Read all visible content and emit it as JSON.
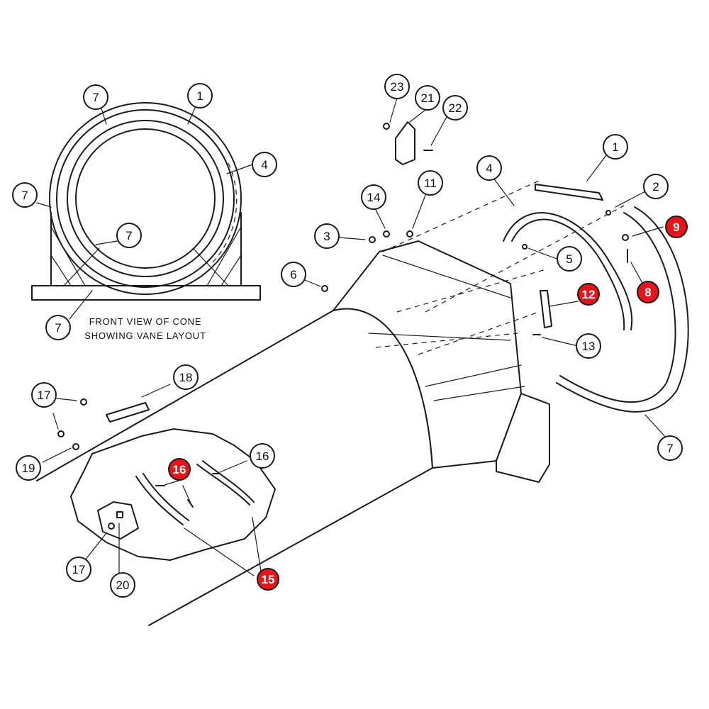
{
  "colors": {
    "line": "#1a1a1a",
    "highlight": "#e8141a",
    "background": "#ffffff"
  },
  "caption": {
    "line1": "FRONT VIEW OF CONE",
    "line2": "SHOWING VANE LAYOUT"
  },
  "callouts": [
    {
      "label": "7",
      "highlight": false
    },
    {
      "label": "1",
      "highlight": false
    },
    {
      "label": "4",
      "highlight": false
    },
    {
      "label": "7",
      "highlight": false
    },
    {
      "label": "7",
      "highlight": false
    },
    {
      "label": "7",
      "highlight": false
    },
    {
      "label": "23",
      "highlight": false
    },
    {
      "label": "21",
      "highlight": false
    },
    {
      "label": "22",
      "highlight": false
    },
    {
      "label": "14",
      "highlight": false
    },
    {
      "label": "11",
      "highlight": false
    },
    {
      "label": "3",
      "highlight": false
    },
    {
      "label": "6",
      "highlight": false
    },
    {
      "label": "4",
      "highlight": false
    },
    {
      "label": "1",
      "highlight": false
    },
    {
      "label": "2",
      "highlight": false
    },
    {
      "label": "9",
      "highlight": true
    },
    {
      "label": "5",
      "highlight": false
    },
    {
      "label": "8",
      "highlight": true
    },
    {
      "label": "12",
      "highlight": true
    },
    {
      "label": "13",
      "highlight": false
    },
    {
      "label": "18",
      "highlight": false
    },
    {
      "label": "17",
      "highlight": false
    },
    {
      "label": "19",
      "highlight": false
    },
    {
      "label": "16",
      "highlight": true
    },
    {
      "label": "16",
      "highlight": false
    },
    {
      "label": "17",
      "highlight": false
    },
    {
      "label": "20",
      "highlight": false
    },
    {
      "label": "15",
      "highlight": true
    },
    {
      "label": "7",
      "highlight": false
    }
  ]
}
